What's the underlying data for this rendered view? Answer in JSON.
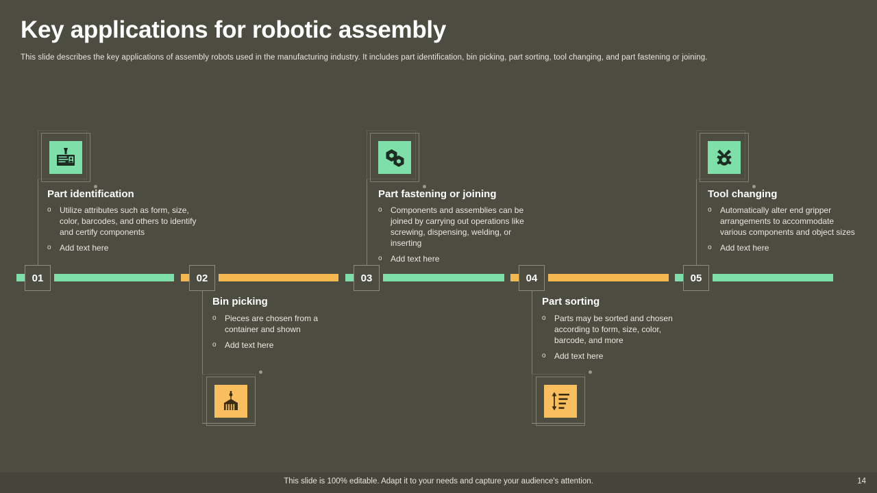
{
  "header": {
    "title": "Key applications for robotic assembly",
    "subtitle": "This slide describes the key applications of assembly robots used in the manufacturing industry. It includes part identification, bin picking, part sorting, tool changing, and part fastening or joining."
  },
  "colors": {
    "background": "#4c4c41",
    "green": "#7ee0a8",
    "orange": "#f5b74f",
    "icon_orange": "#f9bf5e",
    "frame_line": "#82826f",
    "text": "#e9e9e1",
    "title": "#ffffff",
    "footer_bg": "#45453b"
  },
  "timeline": {
    "steps": [
      {
        "number": "01",
        "color": "green"
      },
      {
        "number": "02",
        "color": "orange"
      },
      {
        "number": "03",
        "color": "green"
      },
      {
        "number": "04",
        "color": "orange"
      },
      {
        "number": "05",
        "color": "green"
      }
    ]
  },
  "sections": [
    {
      "id": "part-identification",
      "number": "01",
      "title": "Part identification",
      "position": "above",
      "icon": "id-badge-icon",
      "icon_color": "green",
      "bullets": [
        "Utilize attributes such as form, size, color, barcodes, and others to identify and certify components",
        "Add text here"
      ]
    },
    {
      "id": "bin-picking",
      "number": "02",
      "title": "Bin picking",
      "position": "below",
      "icon": "crane-container-icon",
      "icon_color": "orange",
      "bullets": [
        "Pieces are chosen from a container and shown",
        "Add text here"
      ]
    },
    {
      "id": "part-fastening-or-joining",
      "number": "03",
      "title": "Part fastening or joining",
      "position": "above",
      "icon": "interlocking-nuts-icon",
      "icon_color": "green",
      "bullets": [
        "Components and assemblies can be joined by carrying out operations like screwing, dispensing, welding, or inserting",
        "Add text here"
      ]
    },
    {
      "id": "part-sorting",
      "number": "04",
      "title": "Part sorting",
      "position": "below",
      "icon": "sort-list-icon",
      "icon_color": "orange",
      "bullets": [
        "Parts may be sorted and chosen according to form, size, color, barcode, and more",
        "Add text here"
      ]
    },
    {
      "id": "tool-changing",
      "number": "05",
      "title": "Tool changing",
      "position": "above",
      "icon": "gear-tools-icon",
      "icon_color": "green",
      "bullets": [
        "Automatically alter end gripper arrangements to accommodate various components and object sizes",
        "Add text here"
      ]
    }
  ],
  "bullet_marker": "o",
  "footer": {
    "note": "This slide is 100% editable. Adapt it to your needs and capture your audience's attention.",
    "page_number": "14"
  }
}
